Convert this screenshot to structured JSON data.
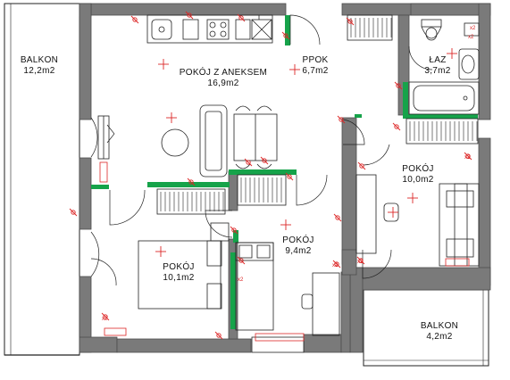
{
  "rooms": [
    {
      "id": "balkon-west",
      "name": "BALKON",
      "area": "12,2m2"
    },
    {
      "id": "pokoj-aneks",
      "name": "POKÓJ  Z  ANEKSEM",
      "area": "16,9m2"
    },
    {
      "id": "ppok",
      "name": "PPOK",
      "area": "6,7m2"
    },
    {
      "id": "laz",
      "name": "ŁAZ",
      "area": "3,7m2"
    },
    {
      "id": "pokoj-east",
      "name": "POKÓJ",
      "area": "10,0m2"
    },
    {
      "id": "pokoj-middle",
      "name": "POKÓJ",
      "area": "9,4m2"
    },
    {
      "id": "pokoj-west",
      "name": "POKÓJ",
      "area": "10,1m2"
    },
    {
      "id": "balkon-east",
      "name": "BALKON",
      "area": "4,2m2"
    }
  ],
  "symbols": {
    "outlet_label": "x2",
    "wall_color": "#7a7a7a",
    "wall_edge_color": "#4d4d4d",
    "partition_color": "#16a34a",
    "electrical_color": "#dc2626",
    "fixture_color": "#222222"
  }
}
